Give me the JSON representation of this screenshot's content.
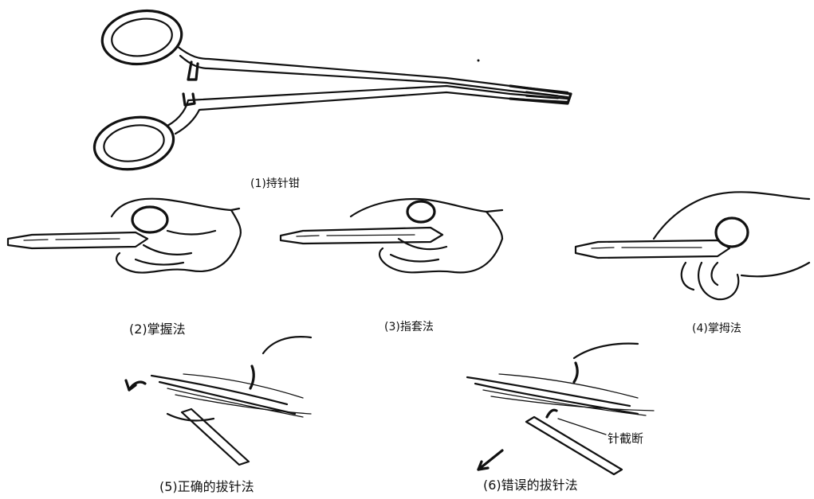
{
  "figure": {
    "panels": [
      {
        "id": 1,
        "caption": "(1)持针钳"
      },
      {
        "id": 2,
        "caption": "(2)掌握法"
      },
      {
        "id": 3,
        "caption": "(3)指套法"
      },
      {
        "id": 4,
        "caption": "(4)掌拇法"
      },
      {
        "id": 5,
        "caption": "(5)正确的拔针法"
      },
      {
        "id": 6,
        "caption": "(6)错误的拔针法"
      }
    ],
    "annotations": {
      "needle_break": "针截断"
    }
  }
}
